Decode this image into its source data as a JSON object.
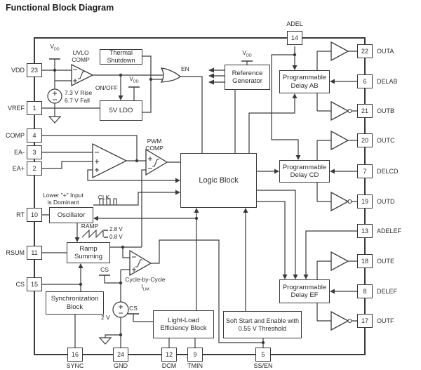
{
  "title": "Functional Block Diagram",
  "colors": {
    "line": "#3a3a3a",
    "text": "#2b2b2b"
  },
  "pins": {
    "left": [
      {
        "num": "23",
        "name": "VDD"
      },
      {
        "num": "1",
        "name": "VREF"
      },
      {
        "num": "4",
        "name": "COMP"
      },
      {
        "num": "3",
        "name": "EA-"
      },
      {
        "num": "2",
        "name": "EA+"
      },
      {
        "num": "10",
        "name": "RT"
      },
      {
        "num": "11",
        "name": "RSUM"
      },
      {
        "num": "15",
        "name": "CS"
      }
    ],
    "right": [
      {
        "num": "22",
        "name": "OUTA"
      },
      {
        "num": "6",
        "name": "DELAB"
      },
      {
        "num": "21",
        "name": "OUTB"
      },
      {
        "num": "20",
        "name": "OUTC"
      },
      {
        "num": "7",
        "name": "DELCD"
      },
      {
        "num": "19",
        "name": "OUTD"
      },
      {
        "num": "13",
        "name": "ADELEF"
      },
      {
        "num": "18",
        "name": "OUTE"
      },
      {
        "num": "8",
        "name": "DELEF"
      },
      {
        "num": "17",
        "name": "OUTF"
      }
    ],
    "top": [
      {
        "num": "14",
        "name": "ADEL"
      }
    ],
    "bottom": [
      {
        "num": "16",
        "name": "SYNC"
      },
      {
        "num": "24",
        "name": "GND"
      },
      {
        "num": "12",
        "name": "DCM"
      },
      {
        "num": "9",
        "name": "TMIN"
      },
      {
        "num": "5",
        "name": "SS/EN"
      }
    ]
  },
  "blocks": {
    "thermal_shutdown": "Thermal Shutdown",
    "ldo": "5V LDO",
    "reference_generator": "Reference Generator",
    "delay_ab": "Programmable Delay AB",
    "logic": "Logic Block",
    "delay_cd": "Programmable Delay CD",
    "delay_ef": "Programmable Delay EF",
    "oscillator": "Oscillator",
    "ramp_summing": "Ramp Summing",
    "sync_block": "Synchronization Block",
    "light_load": "Light-Load Efficiency Block",
    "soft_start": "Soft Start and Enable with 0.55 V Threshold"
  },
  "labels": {
    "uvlo_comp": "UVLO COMP",
    "vdd_v": "V",
    "vdd_sub": "DD",
    "rise": "7.3 V Rise",
    "fall": "6.7 V Fall",
    "on_off": "ON/OFF",
    "en": "EN",
    "pwm_comp": "PWM COMP",
    "lower_note_1": "Lower \"+\" Input",
    "lower_note_2": "is Dominant",
    "clk": "CLK",
    "ramp": "RAMP",
    "ramp_high": "2.8 V",
    "ramp_low": "0.8 V",
    "cycle": "Cycle-by-Cycle",
    "ilim_i": "I",
    "ilim_sub": "LIM",
    "cs": "CS",
    "two_v": "2 V"
  }
}
